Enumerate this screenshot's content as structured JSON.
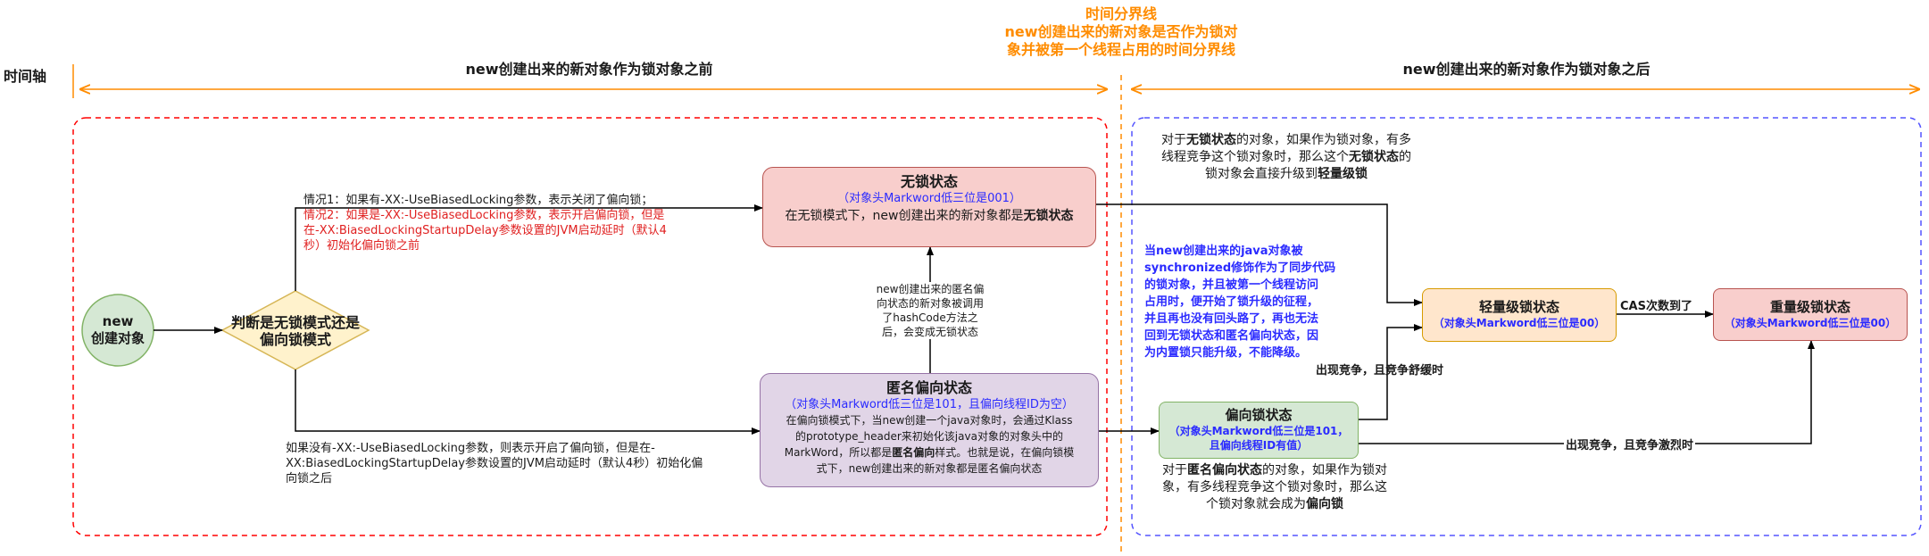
{
  "timeline": {
    "axis_label": "时间轴",
    "before_label": "new创建出来的新对象作为锁对象之前",
    "after_label": "new创建出来的新对象作为锁对象之后",
    "divider_title": "时间分界线",
    "divider_line1": "new创建出来的新对象是否作为锁对",
    "divider_line2": "象并被第一个线程占用的时间分界线"
  },
  "start_node": {
    "line1": "new",
    "line2": "创建对象"
  },
  "decision": {
    "line1": "判断是无锁模式还是",
    "line2": "偏向锁模式"
  },
  "cond_top": {
    "case1": "情况1：如果有-XX:-UseBiasedLocking参数，表示关闭了偏向锁；",
    "case2_line1": "情况2：如果是-XX:-UseBiasedLocking参数，表示开启偏向锁，但是",
    "case2_line2": "在-XX:BiasedLockingStartupDelay参数设置的JVM启动延时（默认4",
    "case2_line3": "秒）初始化偏向锁之前"
  },
  "cond_bottom": {
    "line1": "如果没有-XX:-UseBiasedLocking参数，则表示开启了偏向锁，但是在-",
    "line2": "XX:BiasedLockingStartupDelay参数设置的JVM启动延时（默认4秒）初始化偏",
    "line3": "向锁之后"
  },
  "nolock": {
    "title": "无锁状态",
    "sub": "（对象头Markword低三位是001）",
    "desc_pre": "在无锁模式下，new创建出来的新对象都是",
    "desc_bold": "无锁状态"
  },
  "hashcode_note": [
    "new创建出来的匿名偏",
    "向状态的新对象被调用",
    "了hashCode方法之",
    "后，会变成无锁状态"
  ],
  "anon": {
    "title": "匿名偏向状态",
    "sub": "（对象头Markword低三位是101，且偏向线程ID为空）",
    "desc1": "在偏向锁模式下，当new创建一个java对象时，会通过Klass",
    "desc2": "的prototype_header来初始化该java对象的对象头中的",
    "desc3_pre": "MarkWord，所以都是",
    "desc3_bold": "匿名偏向",
    "desc3_post": "样式。也就是说，在偏向锁模",
    "desc4": "式下，new创建出来的新对象都是匿名偏向状态"
  },
  "note_nolock": {
    "l1_pre": "对于",
    "l1_bold": "无锁状态",
    "l1_post": "的对象，如果作为锁对象，有多",
    "l2_pre": "线程竞争这个锁对象时，那么这个",
    "l2_bold": "无锁状态",
    "l2_post": "的",
    "l3_pre": "锁对象会直接升级到",
    "l3_bold": "轻量级锁"
  },
  "note_blue": [
    "当new创建出来的java对象被",
    "synchronized修饰作为了同步代码",
    "的锁对象，并且被第一个线程访问",
    "占用时，便开始了锁升级的征程，",
    "并且再也没有回头路了，再也无法",
    "回到无锁状态和匿名偏向状态，因",
    "为内置锁只能升级，不能降级。"
  ],
  "light": {
    "title": "轻量级锁状态",
    "sub": "（对象头Markword低三位是00）"
  },
  "heavy": {
    "title": "重量级锁状态",
    "sub": "（对象头Markword低三位是00）"
  },
  "biased": {
    "title": "偏向锁状态",
    "sub1": "（对象头Markword低三位是101，",
    "sub2": "且偏向线程ID有值）"
  },
  "edges": {
    "cas": "CAS次数到了",
    "mild": "出现竞争，且竞争舒缓时",
    "fierce": "出现竞争，且竞争激烈时"
  },
  "note_biased": {
    "l1_pre": "对于",
    "l1_bold": "匿名偏向状态",
    "l1_post": "的对象，如果作为锁对",
    "l2": "象，有多线程竞争这个锁对象时，那么这",
    "l3_pre": "个锁对象就会成为",
    "l3_bold": "偏向锁"
  },
  "colors": {
    "orange": "#ff8c00",
    "red_dash": "#ff0000",
    "blue_dash": "#5555ff",
    "nolock_fill": "#f8cecc",
    "nolock_border": "#b85450",
    "anon_fill": "#e1d5e7",
    "anon_border": "#9673a6",
    "light_fill": "#ffe6cc",
    "light_border": "#d79b00",
    "heavy_fill": "#f8cecc",
    "heavy_border": "#b85450",
    "biased_fill": "#d5e8d4",
    "biased_border": "#82b366",
    "decision_fill": "#fff2cc",
    "decision_border": "#d6b656"
  }
}
